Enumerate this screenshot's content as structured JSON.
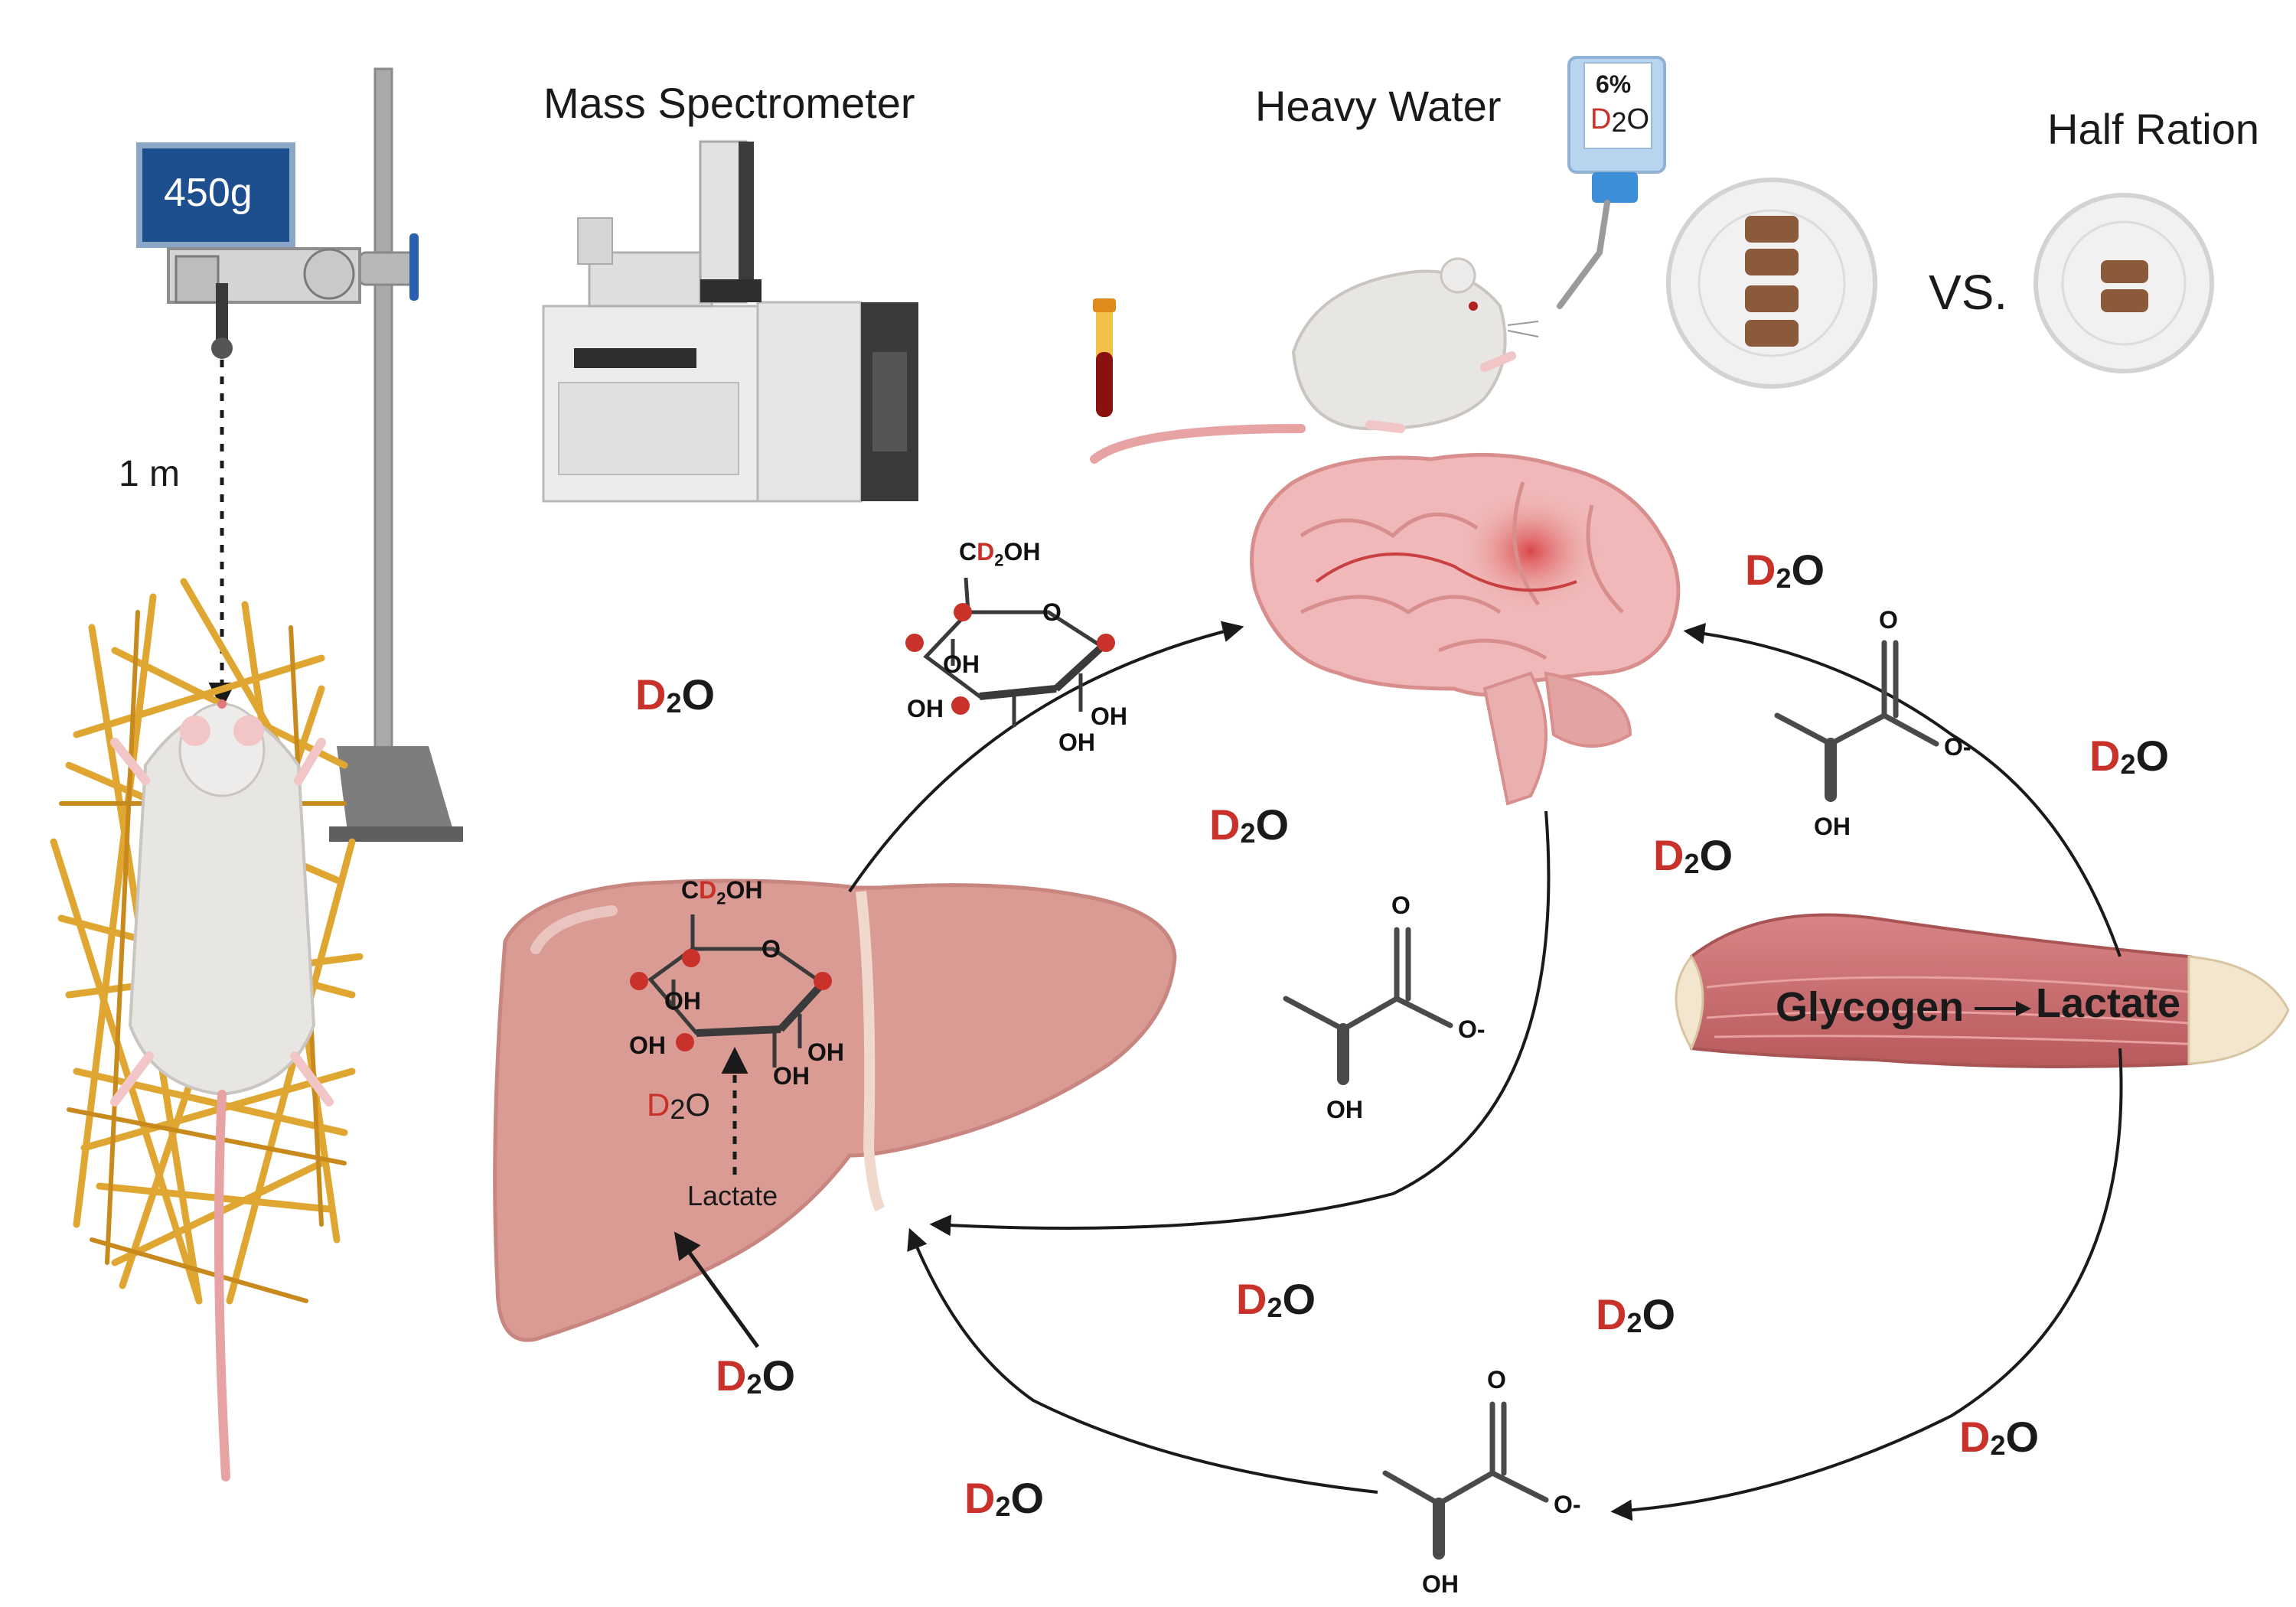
{
  "labels": {
    "scale_reading": "450g",
    "drop_height": "1 m",
    "mass_spectrometer": "Mass Spectrometer",
    "heavy_water": "Heavy Water",
    "bottle_percent": "6%",
    "half_ration": "Half Ration",
    "versus": "VS.",
    "glycogen": "Glycogen",
    "lactate_muscle": "Lactate",
    "lactate_liver": "Lactate"
  },
  "d2o": {
    "d": "D",
    "sub": "2",
    "o": "O"
  },
  "molecules": {
    "oh": "OH",
    "o": "O",
    "o_minus": "O-",
    "cd2oh_c": "C",
    "cd2oh_oh": "OH"
  },
  "colors": {
    "deuterium_red": "#c8322a",
    "arrow": "#1a1a1a",
    "liver": "#d99b94",
    "brain": "#f0b8b8",
    "muscle": "#c96d6f",
    "straw": "#e0a632",
    "scale_display": "#1d4f8f"
  },
  "icons": [
    "scale-icon",
    "ring-stand-icon",
    "mass-spectrometer-icon",
    "water-bottle-icon",
    "blood-tube-icon",
    "rat-icon",
    "food-plate-icon",
    "brain-icon",
    "liver-icon",
    "muscle-icon",
    "glucose-molecule-icon",
    "lactate-molecule-icon"
  ]
}
